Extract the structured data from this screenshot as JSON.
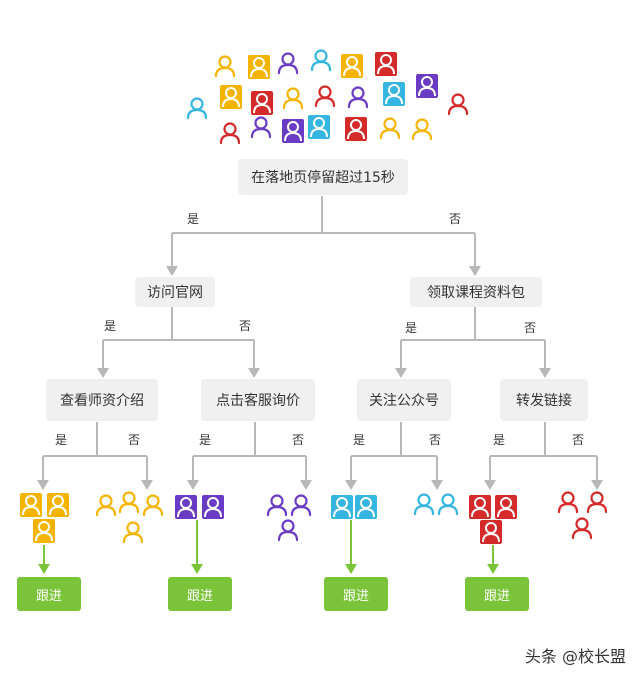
{
  "nodes": {
    "root": "在落地页停留超过15秒",
    "visit_site": "访问官网",
    "get_materials": "领取课程资料包",
    "view_teachers": "查看师资介绍",
    "consult_price": "点击客服询价",
    "follow_account": "关注公众号",
    "share_link": "转发链接"
  },
  "labels": {
    "yes": "是",
    "no": "否",
    "follow_up": "跟进"
  },
  "watermark": "头条 @校长盟",
  "colors": {
    "yellow": "#f5b400",
    "purple": "#6a3bc4",
    "cyan": "#35b6e0",
    "red": "#d42a2a",
    "green": "#7bc43a",
    "node_bg": "#f0f0f0",
    "line": "#b8b8b8"
  }
}
